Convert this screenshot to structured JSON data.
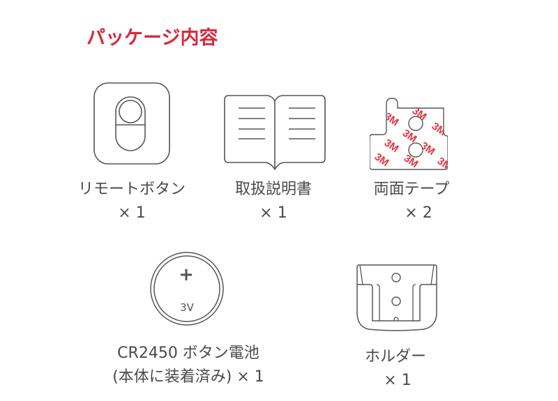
{
  "title": "パッケージ内容",
  "colors": {
    "accent": "#d9283c",
    "text": "#4a4a4a",
    "stroke": "#555555",
    "tape_red": "#e8333d"
  },
  "items": [
    {
      "icon": "remote-button-icon",
      "name": "リモートボタン",
      "qty": "× 1"
    },
    {
      "icon": "manual-book-icon",
      "name": "取扱説明書",
      "qty": "× 1"
    },
    {
      "icon": "double-sided-tape-icon",
      "name": "両面テープ",
      "qty": "× 2",
      "tape_text": "3M"
    },
    {
      "icon": "coin-battery-icon",
      "name": "CR2450 ボタン電池",
      "qty": "(本体に装着済み) × 1",
      "battery_symbol": "+",
      "battery_voltage": "3V"
    },
    {
      "icon": "holder-icon",
      "name": "ホルダー",
      "qty": "× 1"
    }
  ]
}
